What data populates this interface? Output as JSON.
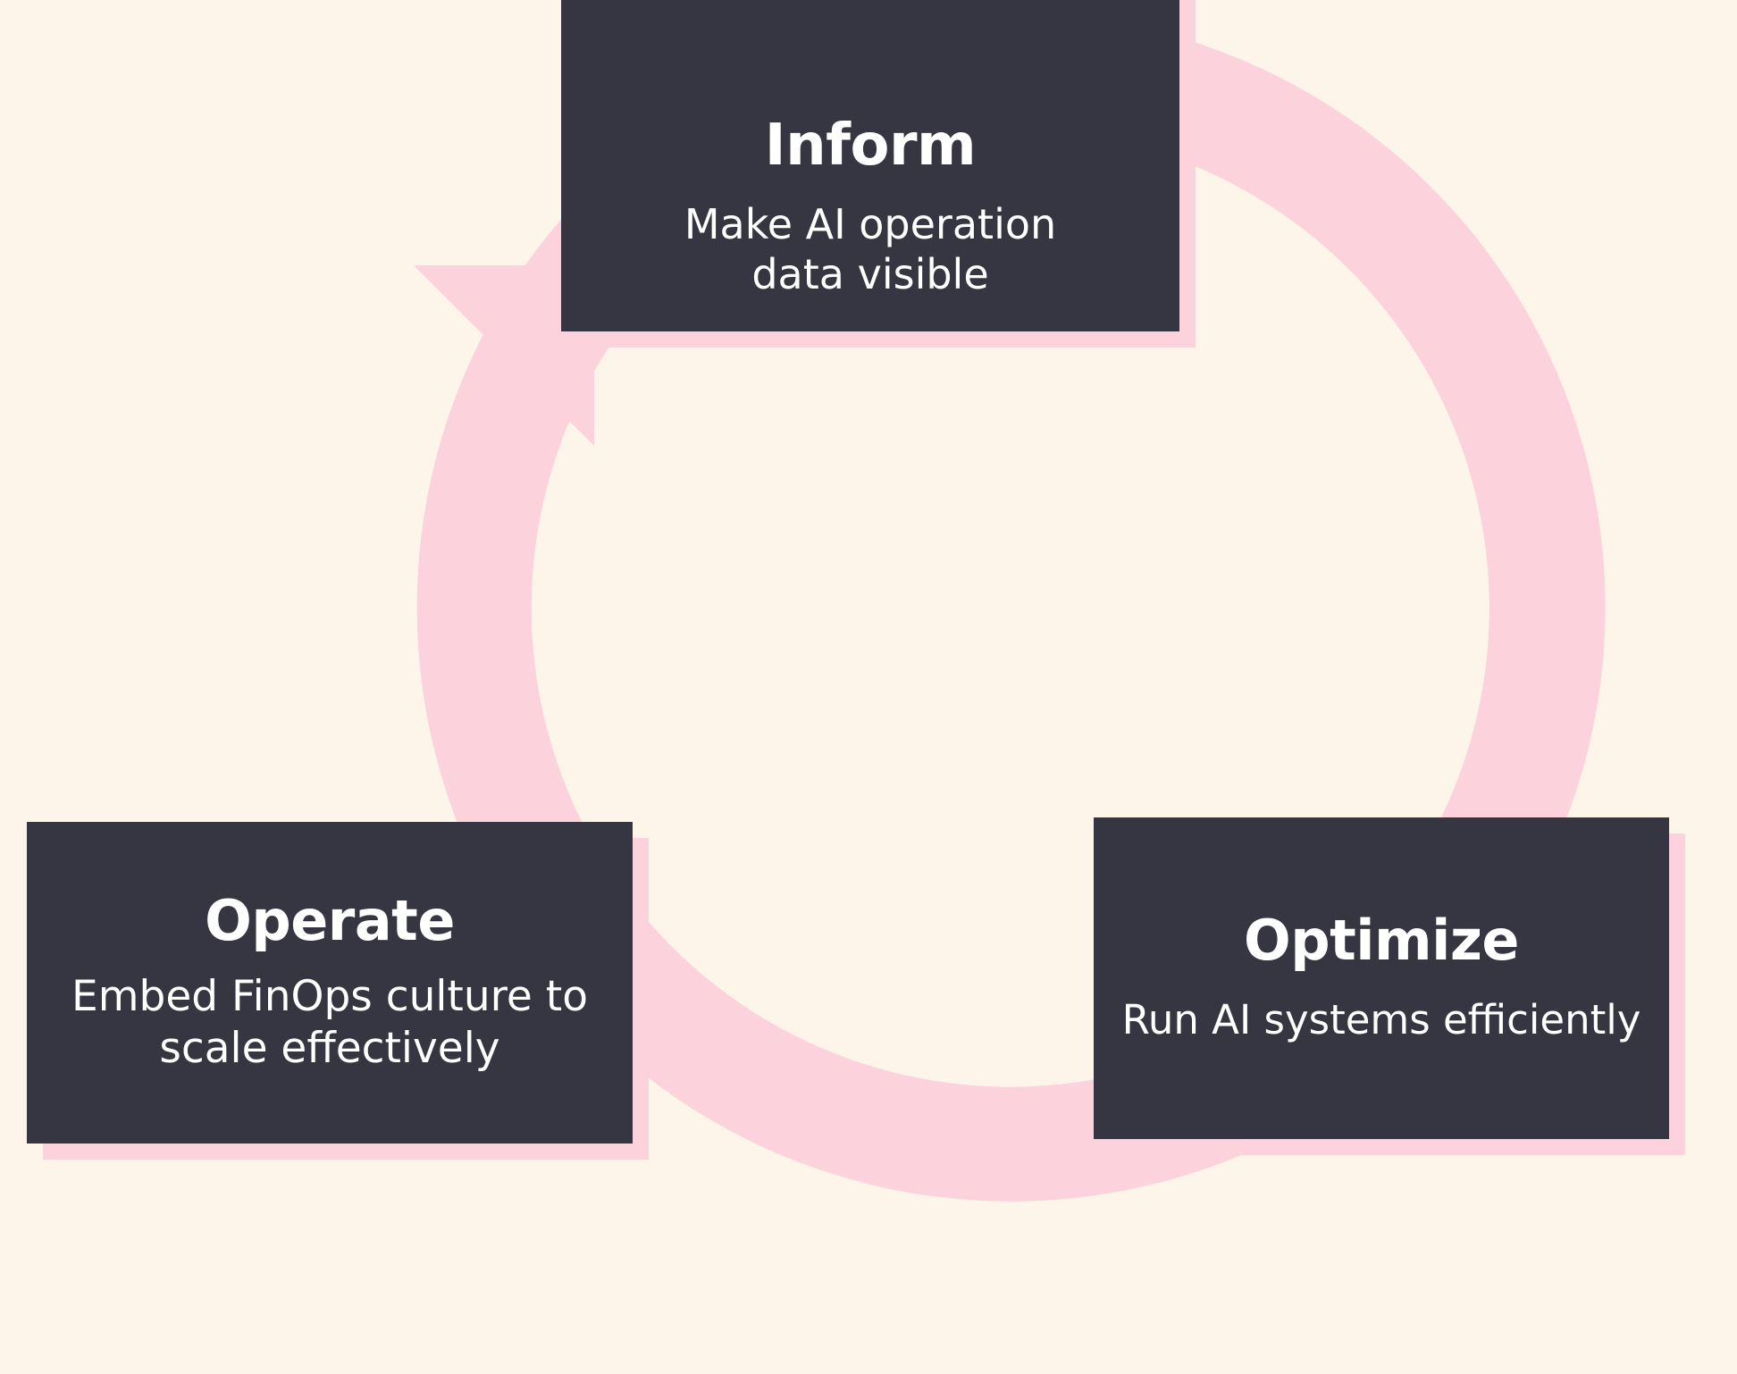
{
  "diagram": {
    "type": "cycle",
    "background_color": "#FDF5EA",
    "accent_color": "#FCD2DC",
    "node_color": "#363642",
    "node_text_color": "#FFFFFF",
    "arrow": {
      "name": "circular-cycle-arrow",
      "direction": "counter-clockwise",
      "color": "#FCD2DC",
      "head_points_to": "Inform"
    },
    "nodes": [
      {
        "id": "inform",
        "title": "Inform",
        "description": "Make AI operation\ndata visible"
      },
      {
        "id": "operate",
        "title": "Operate",
        "description": "Embed FinOps culture to\nscale effectively"
      },
      {
        "id": "optimize",
        "title": "Optimize",
        "description": "Run AI systems efficiently"
      }
    ]
  }
}
